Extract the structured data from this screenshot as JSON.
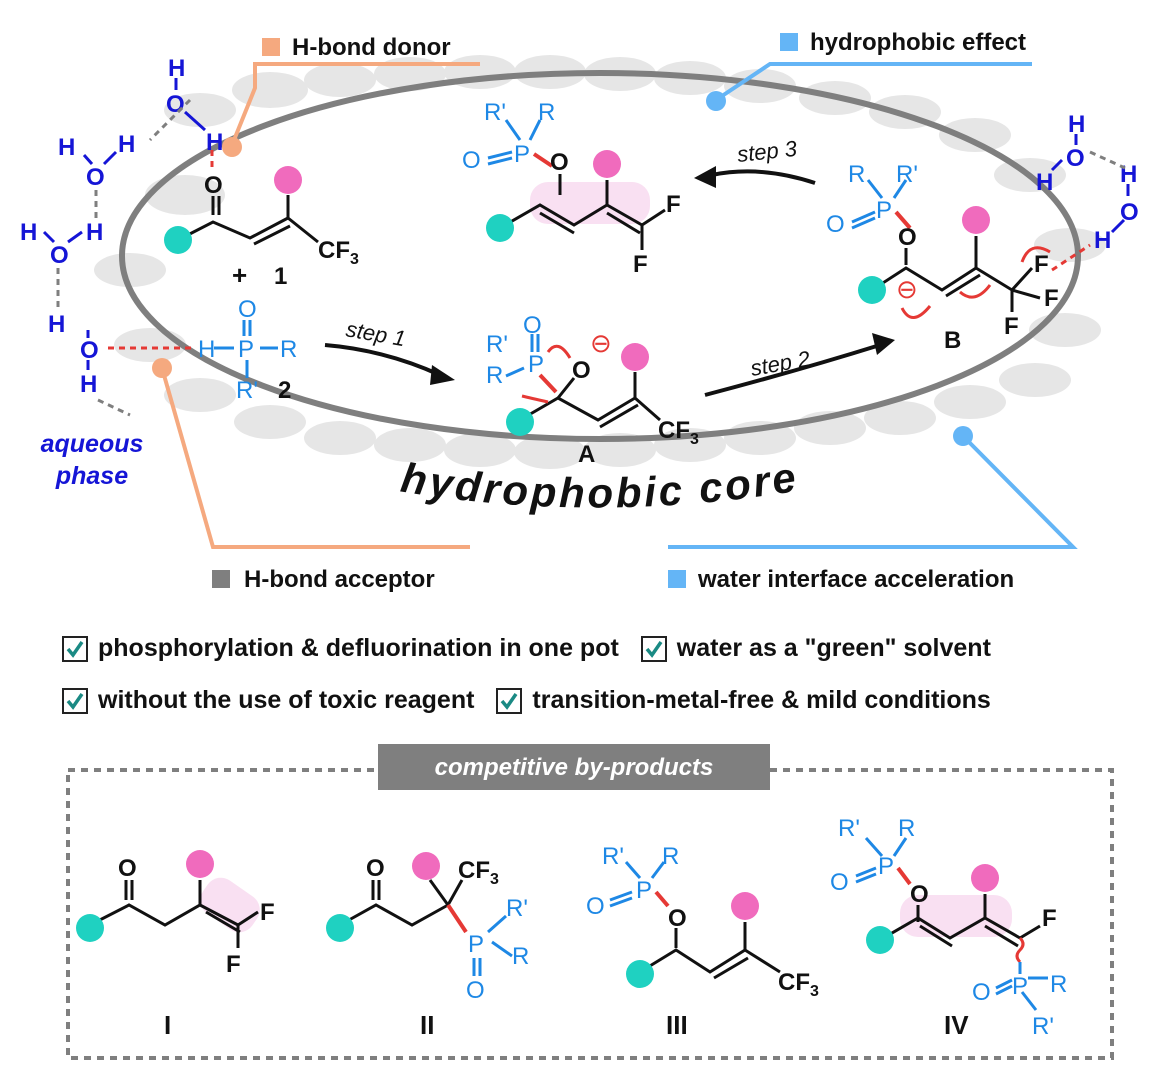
{
  "callouts": {
    "hbond_donor": "H-bond donor",
    "hydrophobic_effect": "hydrophobic effect",
    "hbond_acceptor": "H-bond acceptor",
    "water_interface": "water interface acceleration",
    "aqueous_phase_1": "aqueous",
    "aqueous_phase_2": "phase",
    "core_label": "hydrophobic core"
  },
  "steps": {
    "s1": "step 1",
    "s2": "step 2",
    "s3": "step 3"
  },
  "compounds": {
    "c1": "1",
    "c2": "2",
    "plus": "+",
    "A": "A",
    "B": "B"
  },
  "atoms": {
    "O": "O",
    "P": "P",
    "H": "H",
    "F": "F",
    "R": "R",
    "Rp": "R'",
    "CF3_main": "CF",
    "sub3": "3",
    "minus": "⊖"
  },
  "features": [
    "phosphorylation & defluorination in one pot",
    "water as a \"green\" solvent",
    "without the use of toxic reagent",
    "transition-metal-free & mild conditions"
  ],
  "byproducts": {
    "title": "competitive by-products",
    "labels": [
      "I",
      "II",
      "III",
      "IV"
    ]
  },
  "colors": {
    "orange": "#f5a97f",
    "blue": "#64b5f6",
    "teal": "#1fd1c1",
    "pink": "#f06bbd",
    "water": "#1515d6",
    "red": "#e53935",
    "gray": "#7f7f7f"
  }
}
